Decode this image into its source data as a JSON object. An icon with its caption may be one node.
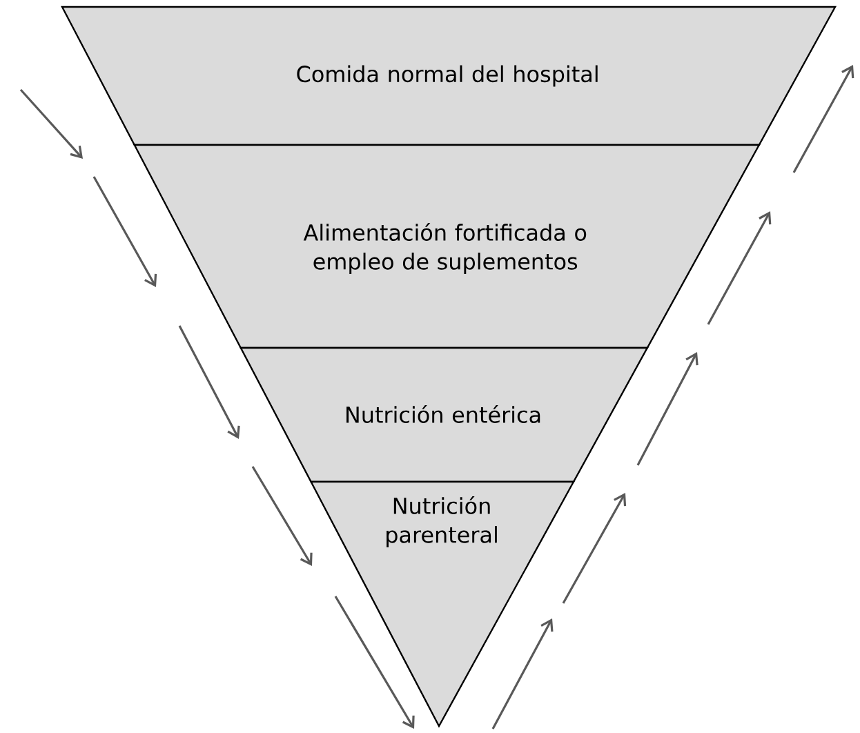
{
  "diagram": {
    "nodes": [
      {
        "text": [
          "Comida normal del hospital"
        ]
      },
      {
        "text": [
          "Alimentación fortificada o empleo de suplementos"
        ]
      },
      {
        "text": [
          "Nutrición entérica"
        ]
      },
      {
        "text": [
          "Nutrición parenteral"
        ]
      }
    ]
  }
}
